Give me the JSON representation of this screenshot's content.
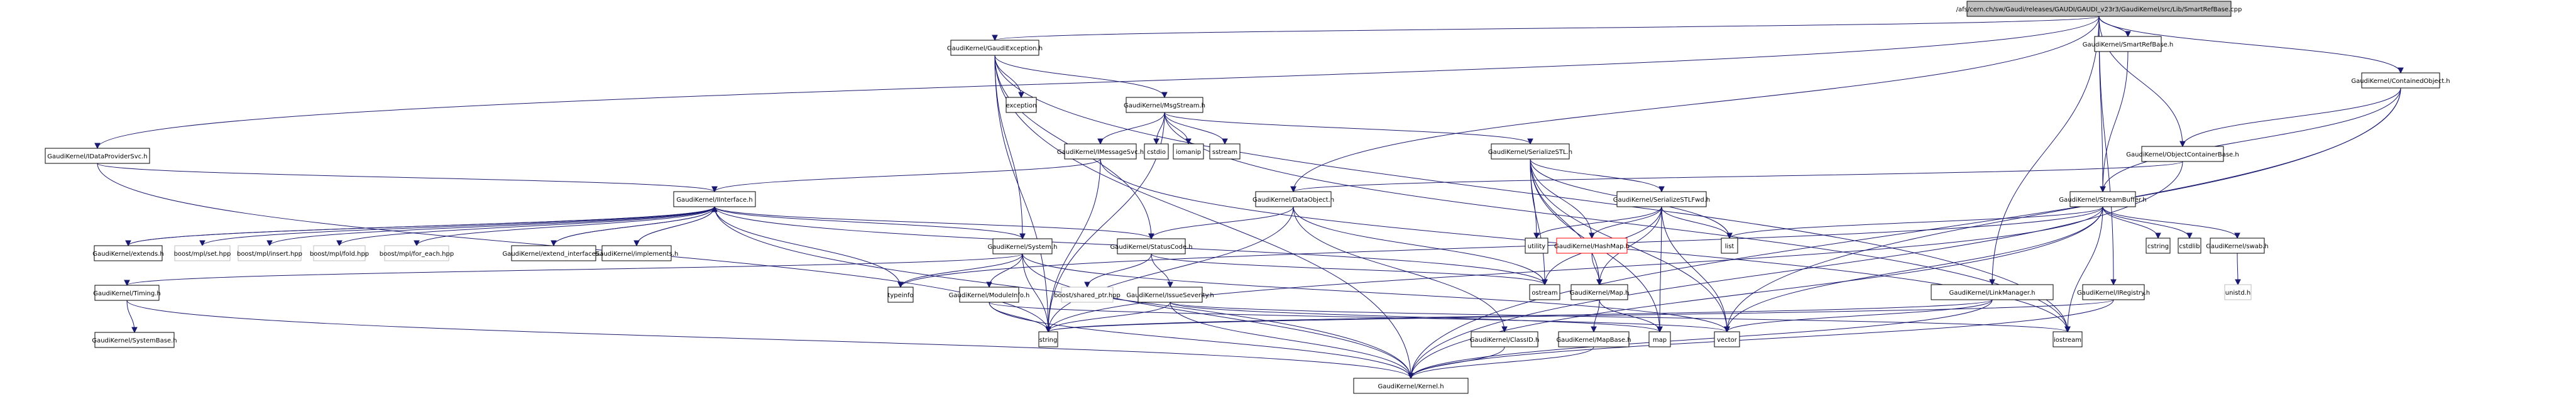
{
  "title": "/afs/cern.ch/sw/Gaudi/releases/GAUDI/GAUDI_v23r3/GaudiKernel/src/Lib/SmartRefBase.cpp",
  "colors": {
    "edge": "#191970",
    "root_fill": "#bfbfbf",
    "node_border": "#000000",
    "external_border": "#bfbfbf",
    "highlight_border": "#ff0000"
  },
  "nodes": [
    {
      "id": "root",
      "label": "/afs/cern.ch/sw/Gaudi/releases/GAUDI/GAUDI_v23r3/GaudiKernel/src/Lib/SmartRefBase.cpp",
      "kind": "root"
    },
    {
      "id": "GaudiException",
      "label": "GaudiKernel/GaudiException.h",
      "kind": "internal"
    },
    {
      "id": "SmartRefBaseH",
      "label": "GaudiKernel/SmartRefBase.h",
      "kind": "internal"
    },
    {
      "id": "ContainedObject",
      "label": "GaudiKernel/ContainedObject.h",
      "kind": "internal"
    },
    {
      "id": "IDataProviderSvc",
      "label": "GaudiKernel/IDataProviderSvc.h",
      "kind": "internal"
    },
    {
      "id": "exception",
      "label": "exception",
      "kind": "internal"
    },
    {
      "id": "MsgStream",
      "label": "GaudiKernel/MsgStream.h",
      "kind": "internal"
    },
    {
      "id": "IMessageSvc",
      "label": "GaudiKernel/IMessageSvc.h",
      "kind": "internal"
    },
    {
      "id": "cstdio",
      "label": "cstdio",
      "kind": "internal"
    },
    {
      "id": "iomanip",
      "label": "iomanip",
      "kind": "internal"
    },
    {
      "id": "sstream",
      "label": "sstream",
      "kind": "internal"
    },
    {
      "id": "SerializeSTL",
      "label": "GaudiKernel/SerializeSTL.h",
      "kind": "internal"
    },
    {
      "id": "ObjectContainerBase",
      "label": "GaudiKernel/ObjectContainerBase.h",
      "kind": "internal"
    },
    {
      "id": "IInterface",
      "label": "GaudiKernel/IInterface.h",
      "kind": "internal"
    },
    {
      "id": "DataObject",
      "label": "GaudiKernel/DataObject.h",
      "kind": "internal"
    },
    {
      "id": "SerializeSTLFwd",
      "label": "GaudiKernel/SerializeSTLFwd.h",
      "kind": "internal"
    },
    {
      "id": "StreamBuffer",
      "label": "GaudiKernel/StreamBuffer.h",
      "kind": "internal"
    },
    {
      "id": "extends",
      "label": "GaudiKernel/extends.h",
      "kind": "internal"
    },
    {
      "id": "mplset",
      "label": "boost/mpl/set.hpp",
      "kind": "external"
    },
    {
      "id": "mplinsert",
      "label": "boost/mpl/insert.hpp",
      "kind": "external"
    },
    {
      "id": "mplfold",
      "label": "boost/mpl/fold.hpp",
      "kind": "external"
    },
    {
      "id": "mplforeach",
      "label": "boost/mpl/for_each.hpp",
      "kind": "external"
    },
    {
      "id": "extend_interfaces",
      "label": "GaudiKernel/extend_interfaces.h",
      "kind": "internal"
    },
    {
      "id": "implements",
      "label": "GaudiKernel/implements.h",
      "kind": "internal"
    },
    {
      "id": "System",
      "label": "GaudiKernel/System.h",
      "kind": "internal"
    },
    {
      "id": "StatusCode",
      "label": "GaudiKernel/StatusCode.h",
      "kind": "internal"
    },
    {
      "id": "utility",
      "label": "utility",
      "kind": "internal"
    },
    {
      "id": "HashMap",
      "label": "GaudiKernel/HashMap.h",
      "kind": "highlight"
    },
    {
      "id": "list",
      "label": "list",
      "kind": "internal"
    },
    {
      "id": "cstring",
      "label": "cstring",
      "kind": "internal"
    },
    {
      "id": "cstdlib",
      "label": "cstdlib",
      "kind": "internal"
    },
    {
      "id": "swab",
      "label": "GaudiKernel/swab.h",
      "kind": "internal"
    },
    {
      "id": "Timing",
      "label": "GaudiKernel/Timing.h",
      "kind": "internal"
    },
    {
      "id": "typeinfo",
      "label": "typeinfo",
      "kind": "internal"
    },
    {
      "id": "ModuleInfo",
      "label": "GaudiKernel/ModuleInfo.h",
      "kind": "internal"
    },
    {
      "id": "sharedptr",
      "label": "boost/shared_ptr.hpp",
      "kind": "external"
    },
    {
      "id": "IssueSeverity",
      "label": "GaudiKernel/IssueSeverity.h",
      "kind": "internal"
    },
    {
      "id": "ostream",
      "label": "ostream",
      "kind": "internal"
    },
    {
      "id": "Map",
      "label": "GaudiKernel/Map.h",
      "kind": "internal"
    },
    {
      "id": "LinkManager",
      "label": "GaudiKernel/LinkManager.h",
      "kind": "internal"
    },
    {
      "id": "IRegistry",
      "label": "GaudiKernel/IRegistry.h",
      "kind": "internal"
    },
    {
      "id": "unistd",
      "label": "unistd.h",
      "kind": "external"
    },
    {
      "id": "SystemBase",
      "label": "GaudiKernel/SystemBase.h",
      "kind": "internal"
    },
    {
      "id": "string",
      "label": "string",
      "kind": "internal"
    },
    {
      "id": "ClassID",
      "label": "GaudiKernel/ClassID.h",
      "kind": "internal"
    },
    {
      "id": "MapBase",
      "label": "GaudiKernel/MapBase.h",
      "kind": "internal"
    },
    {
      "id": "mapstd",
      "label": "map",
      "kind": "internal"
    },
    {
      "id": "vector",
      "label": "vector",
      "kind": "internal"
    },
    {
      "id": "iostream",
      "label": "iostream",
      "kind": "internal"
    },
    {
      "id": "Kernel",
      "label": "GaudiKernel/Kernel.h",
      "kind": "internal"
    }
  ],
  "edges": [
    [
      "root",
      "GaudiException"
    ],
    [
      "root",
      "SmartRefBaseH"
    ],
    [
      "root",
      "ContainedObject"
    ],
    [
      "root",
      "IDataProviderSvc"
    ],
    [
      "root",
      "ObjectContainerBase"
    ],
    [
      "root",
      "StreamBuffer"
    ],
    [
      "root",
      "DataObject"
    ],
    [
      "root",
      "LinkManager"
    ],
    [
      "root",
      "IRegistry"
    ],
    [
      "GaudiException",
      "exception"
    ],
    [
      "GaudiException",
      "MsgStream"
    ],
    [
      "GaudiException",
      "System"
    ],
    [
      "GaudiException",
      "StatusCode"
    ],
    [
      "GaudiException",
      "string"
    ],
    [
      "GaudiException",
      "Kernel"
    ],
    [
      "GaudiException",
      "iostream"
    ],
    [
      "MsgStream",
      "IMessageSvc"
    ],
    [
      "MsgStream",
      "cstdio"
    ],
    [
      "MsgStream",
      "iomanip"
    ],
    [
      "MsgStream",
      "sstream"
    ],
    [
      "MsgStream",
      "SerializeSTL"
    ],
    [
      "MsgStream",
      "string"
    ],
    [
      "MsgStream",
      "iostream"
    ],
    [
      "IMessageSvc",
      "IInterface"
    ],
    [
      "IMessageSvc",
      "string"
    ],
    [
      "IMessageSvc",
      "iostream"
    ],
    [
      "SerializeSTL",
      "SerializeSTLFwd"
    ],
    [
      "SerializeSTL",
      "utility"
    ],
    [
      "SerializeSTL",
      "HashMap"
    ],
    [
      "SerializeSTL",
      "ostream"
    ],
    [
      "SerializeSTL",
      "Map"
    ],
    [
      "SerializeSTL",
      "list"
    ],
    [
      "SerializeSTL",
      "mapstd"
    ],
    [
      "SerializeSTL",
      "vector"
    ],
    [
      "SerializeSTLFwd",
      "utility"
    ],
    [
      "SerializeSTLFwd",
      "HashMap"
    ],
    [
      "SerializeSTLFwd",
      "list"
    ],
    [
      "SerializeSTLFwd",
      "Map"
    ],
    [
      "SerializeSTLFwd",
      "mapstd"
    ],
    [
      "SerializeSTLFwd",
      "vector"
    ],
    [
      "SerializeSTLFwd",
      "ostream"
    ],
    [
      "HashMap",
      "Map"
    ],
    [
      "Map",
      "MapBase"
    ],
    [
      "Map",
      "mapstd"
    ],
    [
      "MapBase",
      "Kernel"
    ],
    [
      "IDataProviderSvc",
      "IInterface"
    ],
    [
      "IDataProviderSvc",
      "string"
    ],
    [
      "IInterface",
      "extends"
    ],
    [
      "IInterface",
      "mplset"
    ],
    [
      "IInterface",
      "mplinsert"
    ],
    [
      "IInterface",
      "mplfold"
    ],
    [
      "IInterface",
      "mplforeach"
    ],
    [
      "IInterface",
      "extend_interfaces"
    ],
    [
      "IInterface",
      "implements"
    ],
    [
      "IInterface",
      "System"
    ],
    [
      "IInterface",
      "StatusCode"
    ],
    [
      "IInterface",
      "typeinfo"
    ],
    [
      "IInterface",
      "ostream"
    ],
    [
      "IInterface",
      "Kernel"
    ],
    [
      "extends",
      "IInterface"
    ],
    [
      "extend_interfaces",
      "IInterface"
    ],
    [
      "implements",
      "IInterface"
    ],
    [
      "System",
      "Timing"
    ],
    [
      "System",
      "ModuleInfo"
    ],
    [
      "System",
      "typeinfo"
    ],
    [
      "System",
      "string"
    ],
    [
      "System",
      "vector"
    ],
    [
      "System",
      "Kernel"
    ],
    [
      "Timing",
      "SystemBase"
    ],
    [
      "Timing",
      "Kernel"
    ],
    [
      "ModuleInfo",
      "string"
    ],
    [
      "ModuleInfo",
      "vector"
    ],
    [
      "ModuleInfo",
      "Kernel"
    ],
    [
      "StatusCode",
      "sharedptr"
    ],
    [
      "StatusCode",
      "IssueSeverity"
    ],
    [
      "StatusCode",
      "ostream"
    ],
    [
      "IssueSeverity",
      "string"
    ],
    [
      "IssueSeverity",
      "mapstd"
    ],
    [
      "IssueSeverity",
      "Kernel"
    ],
    [
      "IssueSeverity",
      "iostream"
    ],
    [
      "DataObject",
      "StatusCode"
    ],
    [
      "DataObject",
      "ClassID"
    ],
    [
      "DataObject",
      "string"
    ],
    [
      "DataObject",
      "ostream"
    ],
    [
      "ClassID",
      "Kernel"
    ],
    [
      "ObjectContainerBase",
      "DataObject"
    ],
    [
      "ObjectContainerBase",
      "Kernel"
    ],
    [
      "ContainedObject",
      "ObjectContainerBase"
    ],
    [
      "ContainedObject",
      "StreamBuffer"
    ],
    [
      "ContainedObject",
      "Kernel"
    ],
    [
      "ContainedObject",
      "vector"
    ],
    [
      "SmartRefBaseH",
      "StreamBuffer"
    ],
    [
      "StreamBuffer",
      "list"
    ],
    [
      "StreamBuffer",
      "cstring"
    ],
    [
      "StreamBuffer",
      "cstdlib"
    ],
    [
      "StreamBuffer",
      "swab"
    ],
    [
      "StreamBuffer",
      "typeinfo"
    ],
    [
      "StreamBuffer",
      "string"
    ],
    [
      "StreamBuffer",
      "vector"
    ],
    [
      "StreamBuffer",
      "iostream"
    ],
    [
      "StreamBuffer",
      "Kernel"
    ],
    [
      "swab",
      "unistd"
    ],
    [
      "LinkManager",
      "vector"
    ],
    [
      "LinkManager",
      "Kernel"
    ],
    [
      "LinkManager",
      "string"
    ],
    [
      "IRegistry",
      "string"
    ],
    [
      "IRegistry",
      "Kernel"
    ]
  ]
}
